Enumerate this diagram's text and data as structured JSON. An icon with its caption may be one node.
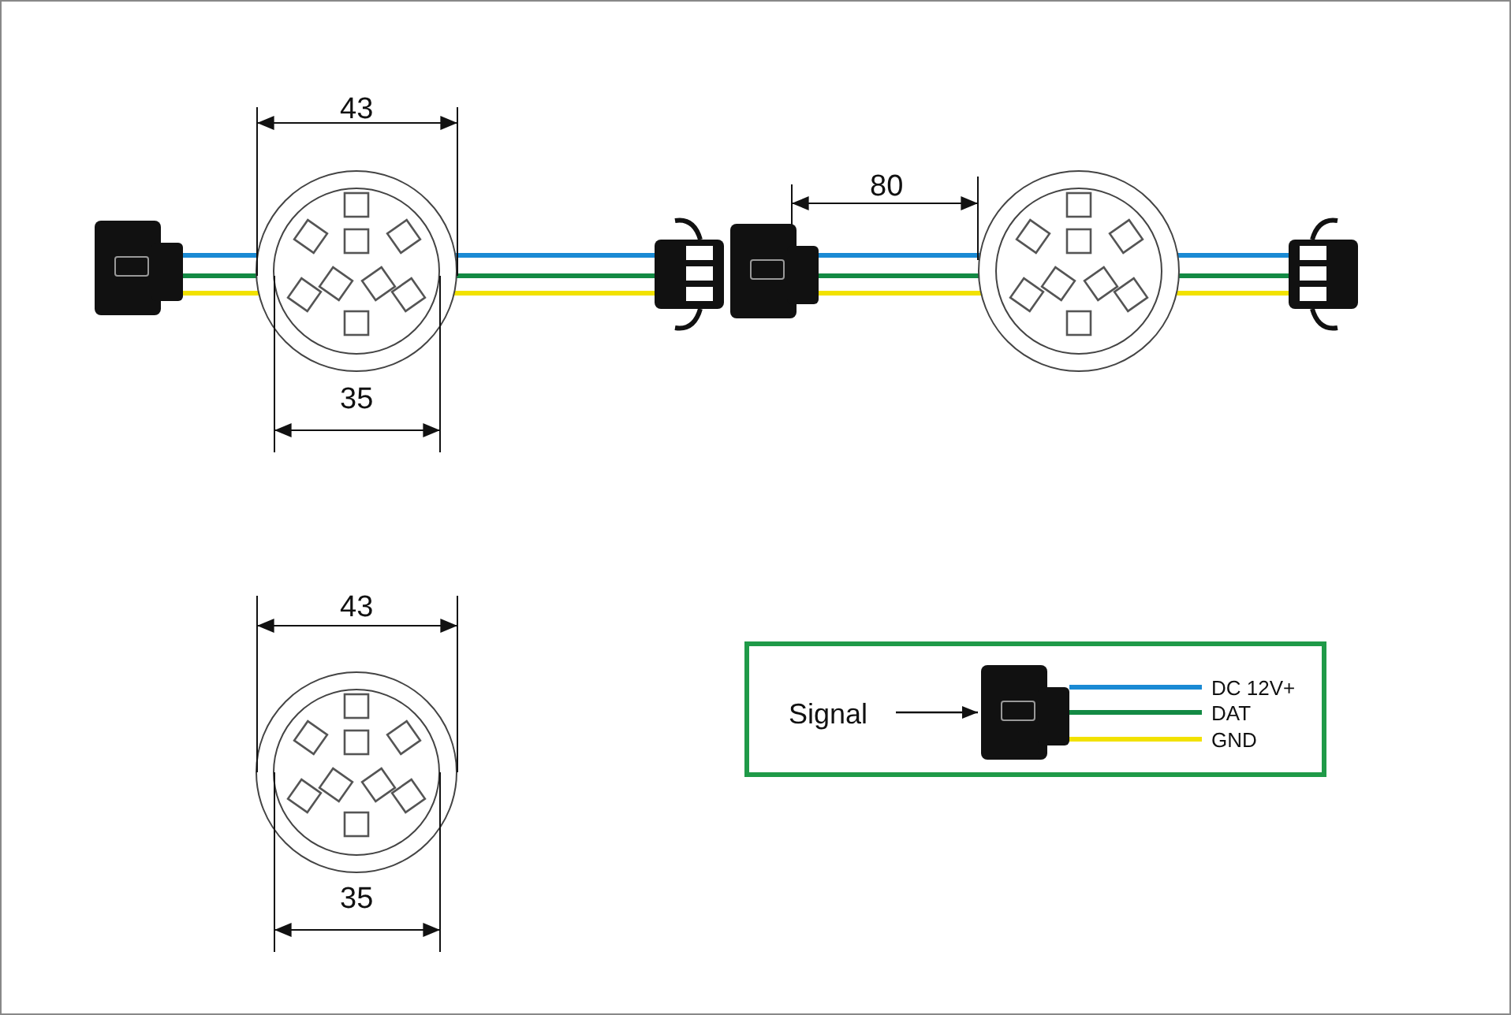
{
  "diagram": {
    "nodes": [
      {
        "text": [
          "Signal"
        ]
      },
      {
        "text": [],
        "shape": "picture"
      }
    ],
    "edges": [
      {
        "from": 0,
        "to": 1,
        "arrow": "to"
      }
    ],
    "labels": [
      "43",
      "35",
      "80",
      "43",
      "35"
    ],
    "legend": [
      {
        "text": "DC 12V+"
      },
      {
        "text": "DAT"
      },
      {
        "text": "GND"
      }
    ]
  }
}
